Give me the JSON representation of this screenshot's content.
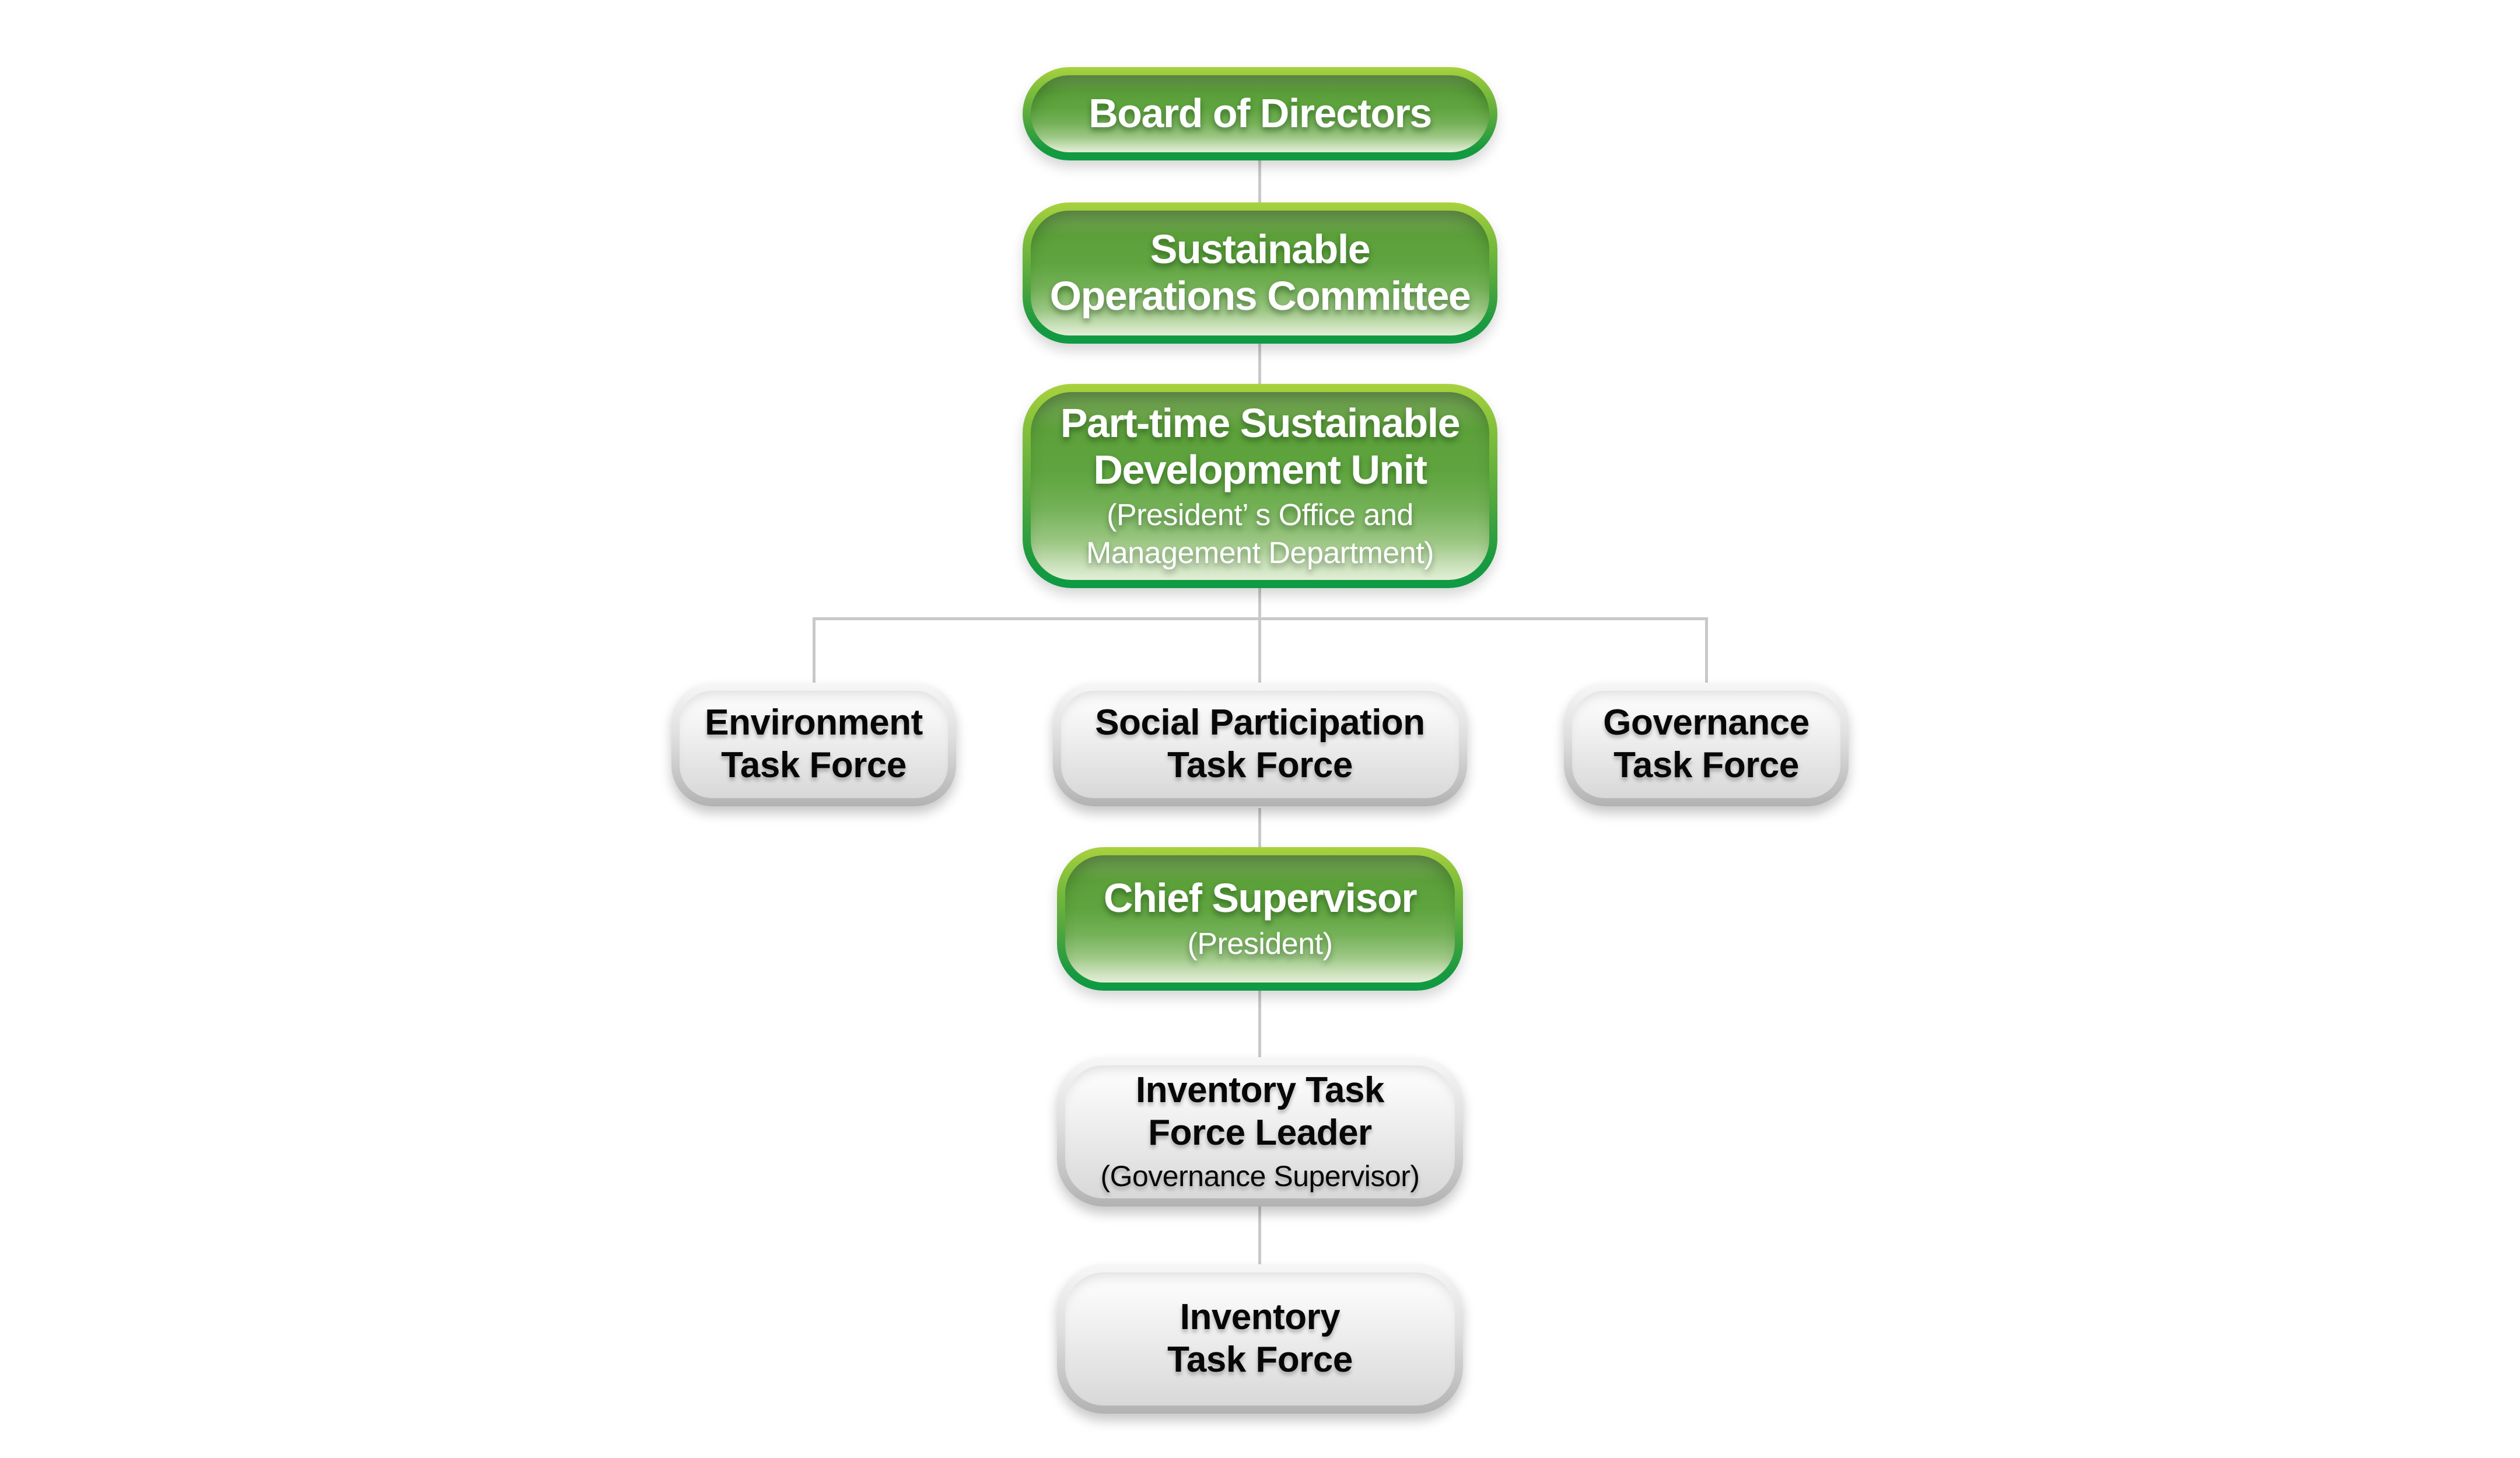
{
  "page": {
    "background_color": "#ffffff"
  },
  "colors": {
    "green_ring_top": "#a9d23e",
    "green_ring_bottom": "#0e9a44",
    "green_fill_mid": "#5ea43e",
    "green_fill_bottom": "#e2efd6",
    "gray_ring_bottom": "#b2b2b2",
    "gray_fill_top": "#ffffff",
    "gray_fill_bottom": "#d8d8d8",
    "connector_line": "#c9c9c9",
    "green_box_text": "#ffffff",
    "gray_box_text": "#070707"
  },
  "org_chart": {
    "nodes": {
      "board_of_directors": {
        "style": "green",
        "lines": [
          "Board of Directors"
        ]
      },
      "sustainable_operations_committee": {
        "style": "green",
        "lines": [
          "Sustainable",
          "Operations Committee"
        ]
      },
      "part_time_sustainable_development_unit": {
        "style": "green",
        "lines": [
          "Part-time Sustainable",
          "Development Unit"
        ],
        "sub_lines": [
          "(President’ s Office and",
          "Management Department)"
        ]
      },
      "environment_task_force": {
        "style": "gray",
        "lines": [
          "Environment",
          "Task Force"
        ]
      },
      "social_participation_task_force": {
        "style": "gray",
        "lines": [
          "Social Participation",
          "Task Force"
        ]
      },
      "governance_task_force": {
        "style": "gray",
        "lines": [
          "Governance",
          "Task Force"
        ]
      },
      "chief_supervisor": {
        "style": "green",
        "lines": [
          "Chief Supervisor"
        ],
        "sub_lines": [
          "(President)"
        ]
      },
      "inventory_task_force_leader": {
        "style": "gray",
        "lines": [
          "Inventory Task",
          "Force Leader"
        ],
        "sub_lines": [
          "(Governance Supervisor)"
        ]
      },
      "inventory_task_force": {
        "style": "gray",
        "lines": [
          "Inventory",
          "Task Force"
        ]
      }
    },
    "edges": [
      [
        "board_of_directors",
        "sustainable_operations_committee"
      ],
      [
        "sustainable_operations_committee",
        "part_time_sustainable_development_unit"
      ],
      [
        "part_time_sustainable_development_unit",
        "environment_task_force"
      ],
      [
        "part_time_sustainable_development_unit",
        "social_participation_task_force"
      ],
      [
        "part_time_sustainable_development_unit",
        "governance_task_force"
      ],
      [
        "social_participation_task_force",
        "chief_supervisor"
      ],
      [
        "chief_supervisor",
        "inventory_task_force_leader"
      ],
      [
        "inventory_task_force_leader",
        "inventory_task_force"
      ]
    ]
  }
}
